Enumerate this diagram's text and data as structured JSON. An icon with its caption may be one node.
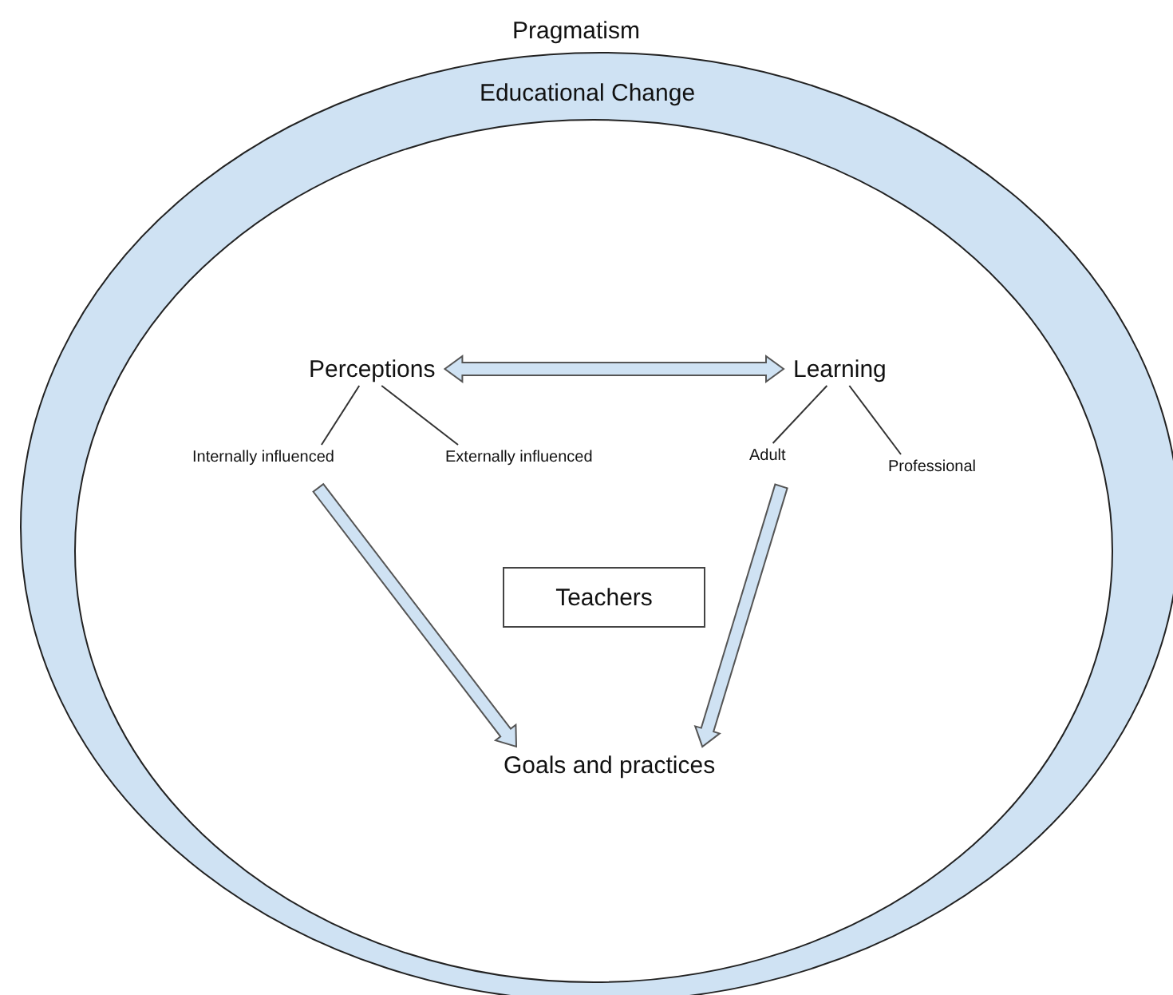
{
  "diagram": {
    "title": "Pragmatism",
    "nodes": [
      {
        "text": [
          "Educational Change"
        ]
      },
      {
        "text": [
          "Perceptions"
        ],
        "in": 0
      },
      {
        "text": [
          "Learning"
        ],
        "in": 0
      },
      {
        "text": [
          "Internally influenced"
        ],
        "in": 0
      },
      {
        "text": [
          "Externally influenced"
        ],
        "in": 0
      },
      {
        "text": [
          "Adult"
        ],
        "in": 0
      },
      {
        "text": [
          "Professional"
        ],
        "in": 0
      },
      {
        "text": [
          "Teachers"
        ],
        "in": 0
      },
      {
        "text": [
          "Goals and practices"
        ],
        "in": 0
      }
    ],
    "edges": [
      {
        "from": 1,
        "to": 2,
        "arrow": "both",
        "style": "thick"
      },
      {
        "from": 1,
        "to": 3,
        "arrow": "none"
      },
      {
        "from": 1,
        "to": 4,
        "arrow": "none"
      },
      {
        "from": 2,
        "to": 5,
        "arrow": "none"
      },
      {
        "from": 2,
        "to": 6,
        "arrow": "none"
      },
      {
        "from": 3,
        "to": 8,
        "arrow": "to",
        "style": "thick"
      },
      {
        "from": 5,
        "to": 8,
        "arrow": "to",
        "style": "thick"
      }
    ]
  }
}
